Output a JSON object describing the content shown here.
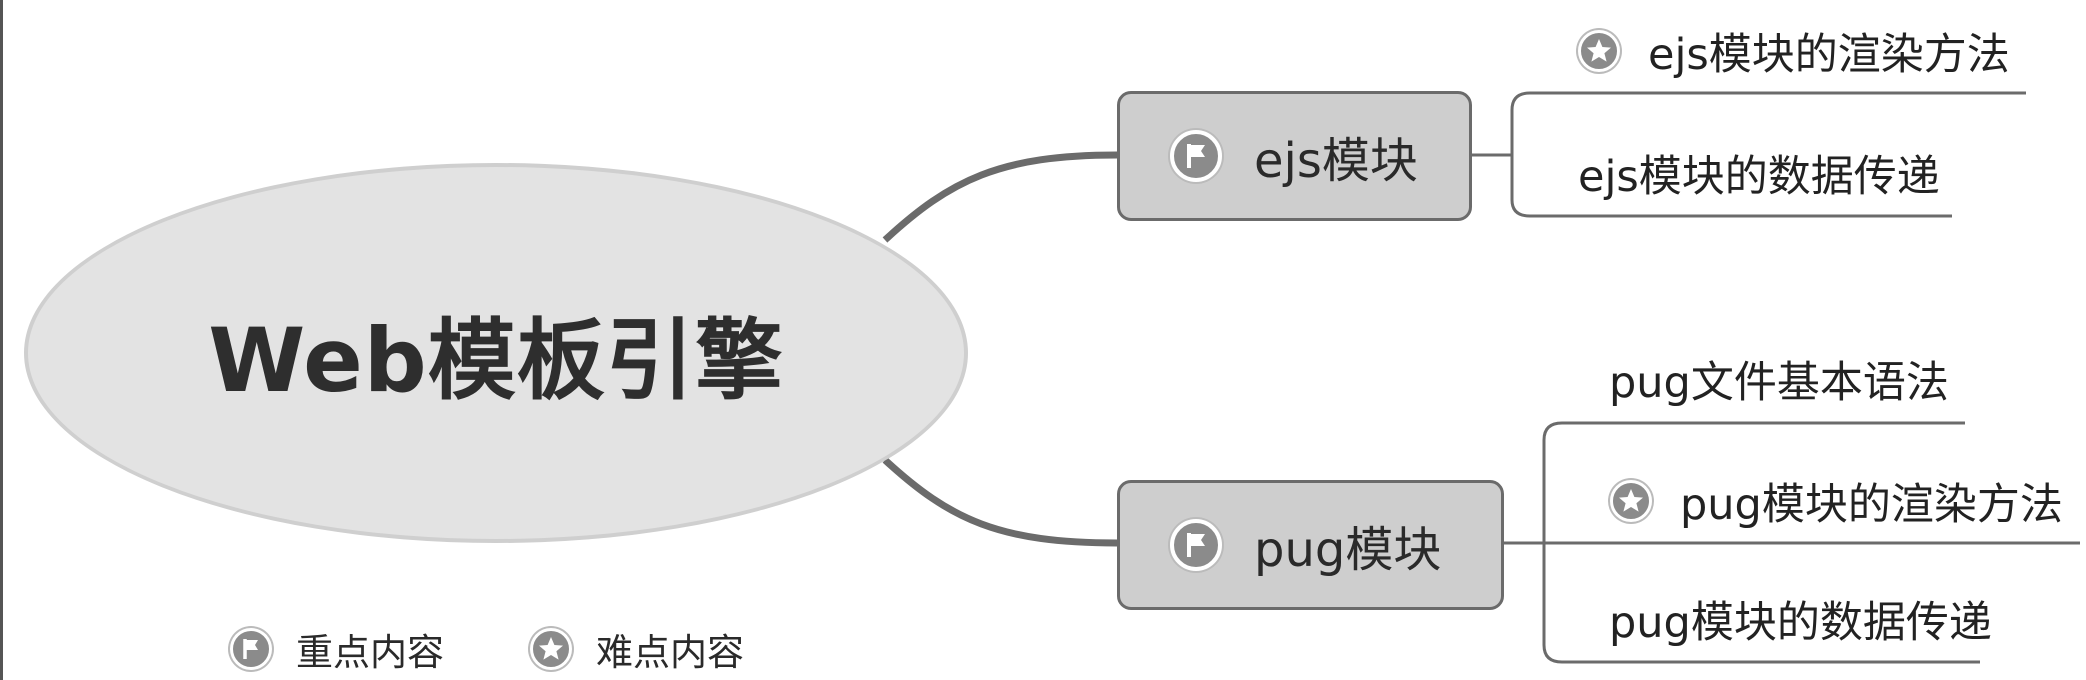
{
  "root": {
    "title": "Web模板引擎"
  },
  "branches": [
    {
      "label": "ejs模块",
      "icon": "flag-icon",
      "children": [
        {
          "label": "ejs模块的渲染方法",
          "icon": "star-icon"
        },
        {
          "label": "ejs模块的数据传递",
          "icon": ""
        }
      ]
    },
    {
      "label": "pug模块",
      "icon": "flag-icon",
      "children": [
        {
          "label": "pug文件基本语法",
          "icon": ""
        },
        {
          "label": "pug模块的渲染方法",
          "icon": "star-icon"
        },
        {
          "label": "pug模块的数据传递",
          "icon": ""
        }
      ]
    }
  ],
  "legend": [
    {
      "icon": "flag-icon",
      "label": "重点内容"
    },
    {
      "icon": "star-icon",
      "label": "难点内容"
    }
  ],
  "colors": {
    "root_fill": "#e3e3e3",
    "branch_fill": "#cecece",
    "connector": "#6b6b6b",
    "icon_fill": "#8b8b8b"
  }
}
